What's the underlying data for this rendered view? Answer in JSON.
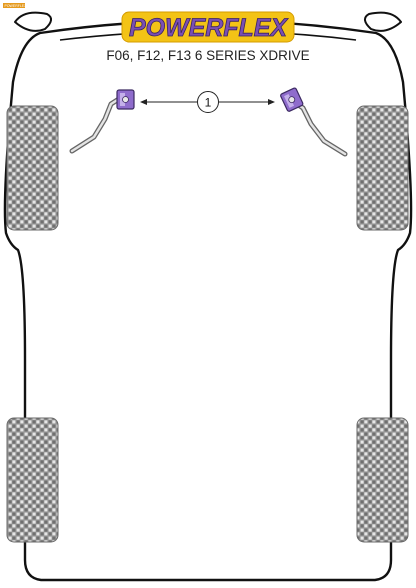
{
  "brand": {
    "name": "POWERFLEX",
    "corner_mark": "POWERFLEX",
    "colors": {
      "logo_bg": "#f3c316",
      "logo_text": "#7a4fb3",
      "bush_purple": "#8f6ccc",
      "tyre_grey": "#8c8c8c"
    }
  },
  "model": {
    "title": "F06, F12, F13 6 SERIES XDRIVE"
  },
  "callouts": [
    {
      "number": "1"
    }
  ],
  "diagram": {
    "view": "underside plan view",
    "icons": [
      "car-body-outline",
      "wheel-tyre",
      "front-anti-roll-bar",
      "polyurethane-bush"
    ]
  }
}
